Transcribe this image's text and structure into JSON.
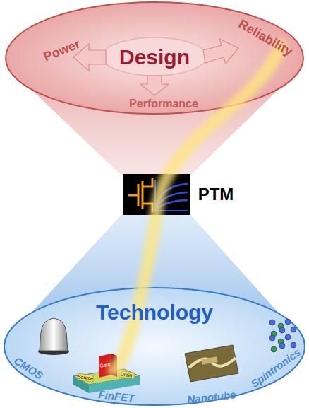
{
  "diagram": {
    "nodes": [
      {
        "text": [
          "Power",
          "Reliability",
          "Performance"
        ]
      },
      {
        "text": [
          "Design"
        ],
        "in": 0
      },
      {
        "text": [
          "PTM"
        ]
      },
      {
        "text": [
          "Technology",
          "CMOS",
          "FinFET",
          "Nanotube",
          "Spintronics"
        ]
      }
    ],
    "labels": [
      "Gate",
      "Source",
      "Drain"
    ]
  }
}
